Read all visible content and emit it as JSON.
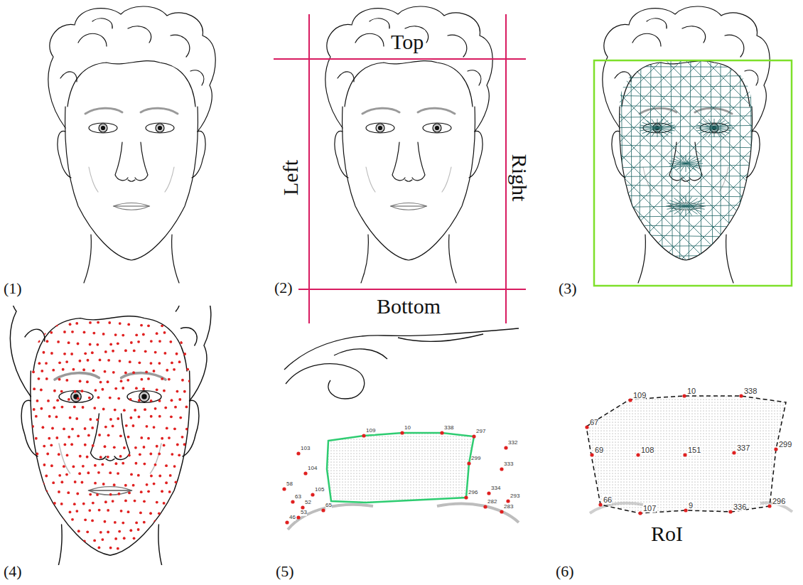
{
  "diagram": {
    "labels": [
      "(1)",
      "(2)",
      "Top",
      "Left",
      "Right",
      "Bottom",
      "(3)",
      "(4)",
      "(5)",
      "(6)",
      "RoI",
      "109",
      "10",
      "338",
      "297",
      "299",
      "332",
      "103",
      "333",
      "104",
      "58",
      "105",
      "293",
      "334",
      "63",
      "52",
      "296",
      "282",
      "283",
      "53",
      "65",
      "46",
      "67",
      "109",
      "10",
      "338",
      "69",
      "108",
      "151",
      "337",
      "299",
      "66",
      "107",
      "9",
      "336",
      "296"
    ]
  }
}
